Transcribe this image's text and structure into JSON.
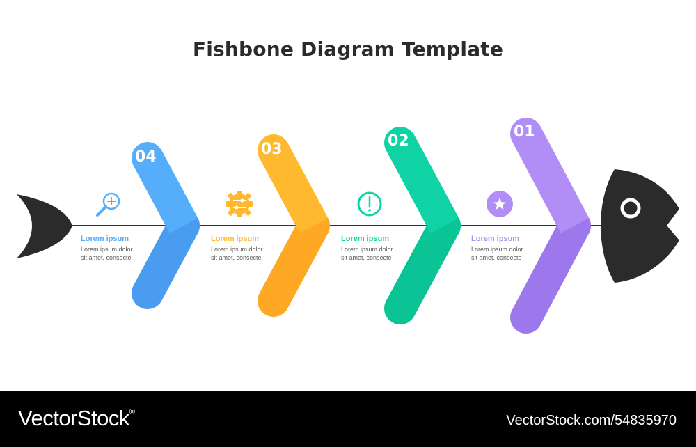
{
  "title": "Fishbone Diagram Template",
  "colors": {
    "blue": "#56aefb",
    "orange": "#ffb92e",
    "green": "#0fd3a5",
    "purple": "#b18ef5",
    "fish": "#2b2b2b",
    "spine": "#333333"
  },
  "bones": [
    {
      "number": "04",
      "heading": "Lorem ipsum",
      "text1": "Lorem ipsum dolor",
      "text2": "sit amet, consecte",
      "icon": "magnifier-plus-icon",
      "color": "#56aefb"
    },
    {
      "number": "03",
      "heading": "Lorem ipsum",
      "text1": "Lorem ipsum dolor",
      "text2": "sit amet, consecte",
      "icon": "gear-sliders-icon",
      "color": "#ffb92e"
    },
    {
      "number": "02",
      "heading": "Lorem ipsum",
      "text1": "Lorem ipsum dolor",
      "text2": "sit amet, consecte",
      "icon": "exclamation-circle-icon",
      "color": "#0fd3a5"
    },
    {
      "number": "01",
      "heading": "Lorem ipsum",
      "text1": "Lorem ipsum dolor",
      "text2": "sit amet, consecte",
      "icon": "star-circle-icon",
      "color": "#b18ef5"
    }
  ],
  "footer": {
    "brand": "VectorStock",
    "brand_mark": "®",
    "reference": "VectorStock.com/54835970"
  }
}
